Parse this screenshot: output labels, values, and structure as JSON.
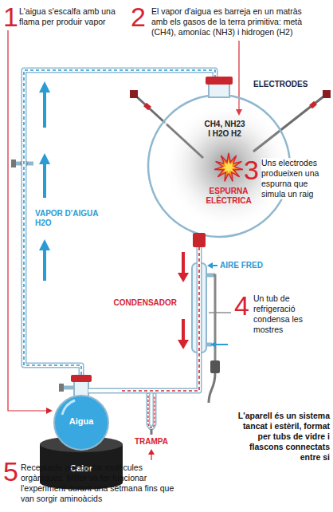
{
  "diagram": {
    "nodes": [
      {
        "text": [
          "CH4, NH23 I H2O H2",
          "ESPURNA ELÈCTRICA"
        ]
      },
      {
        "text": [
          "Aigua"
        ]
      },
      {
        "text": [
          "Calor"
        ]
      }
    ],
    "edges": [
      {
        "from": 1,
        "to": 0,
        "arrow": "none"
      },
      {
        "from": 0,
        "to": 1,
        "arrow": "none"
      }
    ],
    "labels": [
      "1",
      "L'aigua s'escalfa amb una flama per produir vapor",
      "2",
      "El vapor d'aigua es barreja en un matràs amb els gasos de la terra primitiva: metà (CH4), amoníac (NH3) i hidrogen (H2)",
      "ELECTRODES",
      "3",
      "Uns electrodes produeixen una espurna que simula un raig",
      "VAPOR D'AIGUA H2O",
      "AIRE FRED",
      "CONDENSADOR",
      "4",
      "Un tub de refrigeració condensa les mostres",
      "TRAMPA",
      "L'aparell és un sistema tancat i estèril, format per tubs de vidre i flascons connectats entre si",
      "5",
      "Receptacle per captar molècules orgàniques. Miller va fer funcionar l'experiment durant una setmana fins que van sorgir aminoàcids"
    ]
  }
}
